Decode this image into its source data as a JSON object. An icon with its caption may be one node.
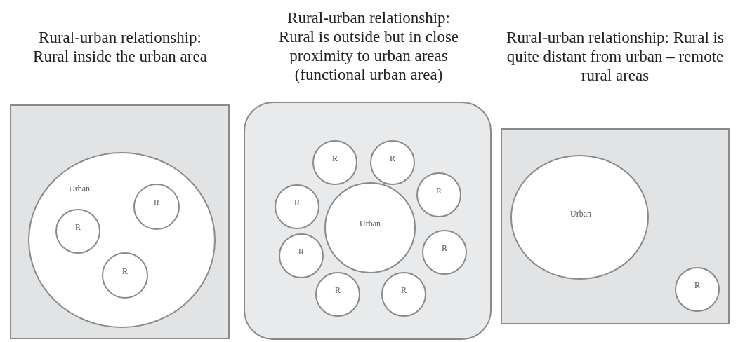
{
  "diagram": {
    "nodes": [
      {
        "text": [
          "Rural-urban relationship: Rural inside the urban area"
        ]
      },
      {
        "text": [
          "Urban"
        ],
        "in": 0
      },
      {
        "text": [
          "R"
        ],
        "in": 1
      },
      {
        "text": [
          "R"
        ],
        "in": 1
      },
      {
        "text": [
          "R"
        ],
        "in": 1
      },
      {
        "text": [
          "Rural-urban relationship: Rural is outside but in close proximity to urban areas (functional urban area)"
        ]
      },
      {
        "text": [
          "R"
        ],
        "in": 5
      },
      {
        "text": [
          "R"
        ],
        "in": 5
      },
      {
        "text": [
          "R"
        ],
        "in": 5
      },
      {
        "text": [
          "R"
        ],
        "in": 5
      },
      {
        "text": [
          "Urban"
        ],
        "in": 5
      },
      {
        "text": [
          "R"
        ],
        "in": 5
      },
      {
        "text": [
          "R"
        ],
        "in": 5
      },
      {
        "text": [
          "R"
        ],
        "in": 5
      },
      {
        "text": [
          "R"
        ],
        "in": 5
      },
      {
        "text": [
          "Rural-urban relationship: Rural is quite distant from urban – remote rural areas"
        ]
      },
      {
        "text": [
          "Urban"
        ],
        "in": 15
      },
      {
        "text": [
          "R"
        ],
        "in": 15
      }
    ],
    "edges": []
  }
}
